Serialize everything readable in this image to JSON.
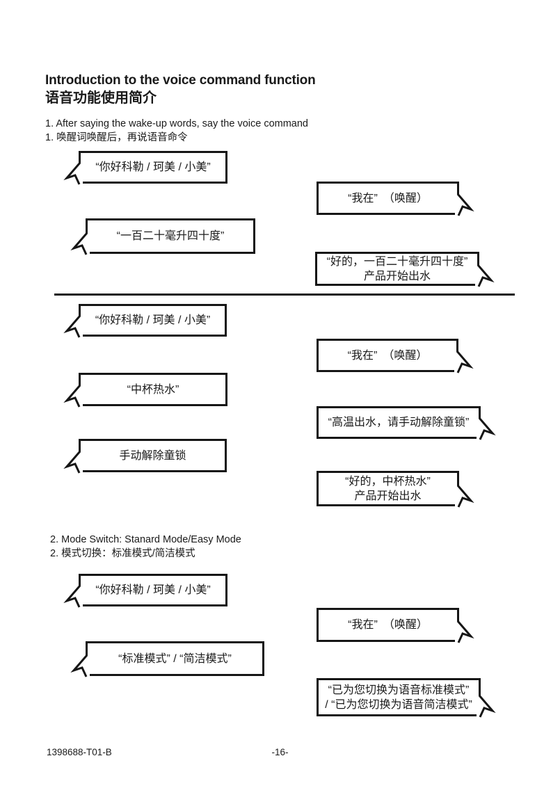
{
  "header": {
    "title_en": "Introduction to the voice command function",
    "title_zh": "语音功能使用简介"
  },
  "sections": [
    {
      "label_en": "1. After saying the wake-up words, say the voice command",
      "label_zh": "1. 唤醒词唤醒后，再说语音命令"
    },
    {
      "label_en": "2. Mode Switch: Stanard Mode/Easy Mode",
      "label_zh": "2. 模式切换：标准模式/简洁模式"
    }
  ],
  "bubbles": [
    {
      "speaker": "user",
      "side": "left",
      "lines": [
        "“你好科勒 / 珂美 / 小美”"
      ]
    },
    {
      "speaker": "device",
      "side": "right",
      "lines": [
        "“我在”　（唤醒）"
      ]
    },
    {
      "speaker": "user",
      "side": "left",
      "lines": [
        "“一百二十毫升四十度”"
      ]
    },
    {
      "speaker": "device",
      "side": "right",
      "lines": [
        "“好的，一百二十毫升四十度”",
        "产品开始出水"
      ]
    },
    {
      "speaker": "user",
      "side": "left",
      "lines": [
        "“你好科勒 / 珂美 / 小美”"
      ]
    },
    {
      "speaker": "device",
      "side": "right",
      "lines": [
        "“我在”　（唤醒）"
      ]
    },
    {
      "speaker": "user",
      "side": "left",
      "lines": [
        "“中杯热水”"
      ]
    },
    {
      "speaker": "device",
      "side": "right",
      "lines": [
        "“高温出水，请手动解除童锁”"
      ]
    },
    {
      "speaker": "user",
      "side": "left",
      "lines": [
        "手动解除童锁"
      ]
    },
    {
      "speaker": "device",
      "side": "right",
      "lines": [
        "“好的，中杯热水”",
        "产品开始出水"
      ]
    },
    {
      "speaker": "user",
      "side": "left",
      "lines": [
        "“你好科勒 / 珂美 / 小美”"
      ]
    },
    {
      "speaker": "device",
      "side": "right",
      "lines": [
        "“我在”　（唤醒）"
      ]
    },
    {
      "speaker": "user",
      "side": "left",
      "lines": [
        "“标准模式” / “简洁模式”"
      ]
    },
    {
      "speaker": "device",
      "side": "right",
      "lines": [
        "“已为您切换为语音标准模式”",
        "/ “已为您切换为语音简洁模式”"
      ]
    }
  ],
  "footer": {
    "doc_number": "1398688-T01-B",
    "page_number": "-16-"
  }
}
